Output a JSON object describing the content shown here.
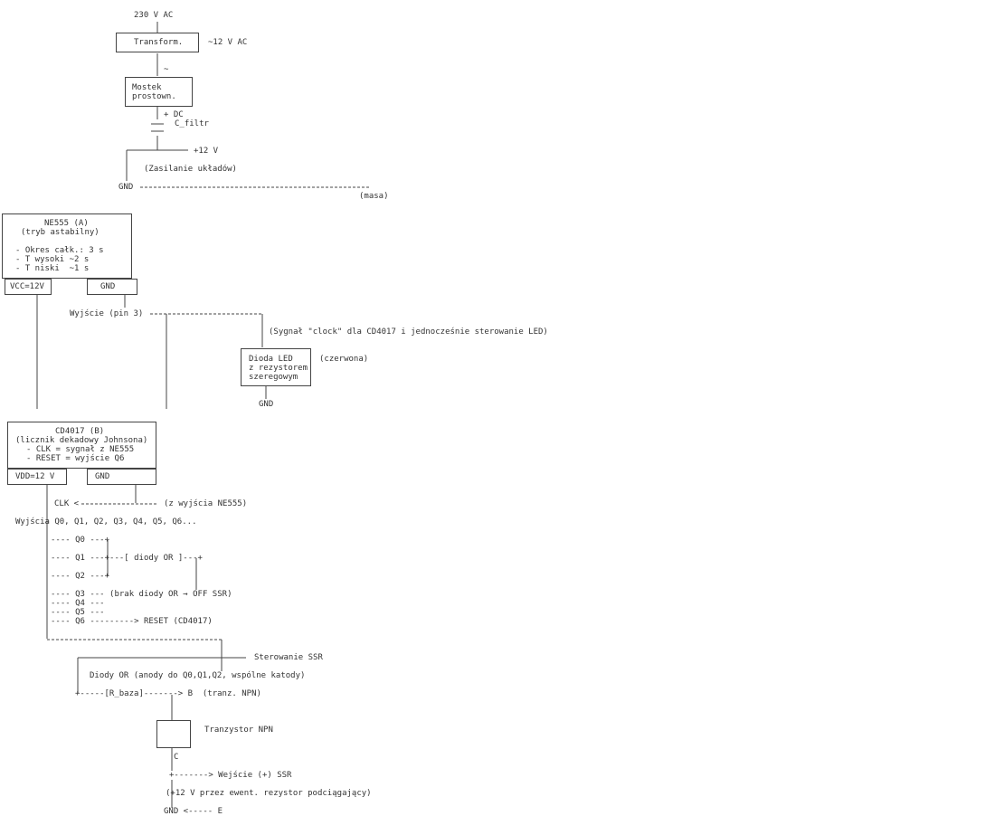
{
  "power": {
    "ac_in": "230 V AC",
    "transformer": "Transform.",
    "ac_out": "~12 V AC",
    "tilde": "~",
    "bridge_line1": "Mostek",
    "bridge_line2": "prostown.",
    "dc_plus": "+ DC",
    "cap": "C_filtr",
    "v12": "+12 V",
    "supply_note": "(Zasilanie układów)",
    "gnd": "GND",
    "masa": "(masa)"
  },
  "ne555": {
    "title": "NE555 (A)",
    "mode": "(tryb astabilny)",
    "period": "- Okres całk.: 3 s",
    "t_high": "- T wysoki ~2 s",
    "t_low": "- T niski  ~1 s",
    "vcc": "VCC=12V",
    "gnd": "GND",
    "output": "Wyjście (pin 3)",
    "clock_note": "(Sygnał \"clock\" dla CD4017 i jednocześnie sterowanie LED)"
  },
  "led": {
    "line1": "Dioda LED",
    "line2": "z rezystorem",
    "line3": "szeregowym",
    "color": "(czerwona)",
    "gnd": "GND"
  },
  "cd4017": {
    "title": "CD4017 (B)",
    "subtitle": "(licznik dekadowy Johnsona)",
    "clk_note": "- CLK = sygnał z NE555",
    "reset_note": "- RESET = wyjście Q6",
    "vdd": "VDD=12 V",
    "gnd": "GND",
    "clk_line": "CLK <",
    "clk_source": "(z wyjścia NE555)",
    "outputs_label": "Wyjścia Q0, Q1, Q2, Q3, Q4, Q5, Q6...",
    "q0": "---- Q0 ---+",
    "q1": "---- Q1 ---+---[ diody OR ]---+",
    "q2": "---- Q2 ---+",
    "q3": "---- Q3 --- (brak diody OR → OFF SSR)",
    "q4": "---- Q4 ---",
    "q5": "---- Q5 ---",
    "q6": "---- Q6 ---------> RESET (CD4017)"
  },
  "ssr": {
    "control": "Sterowanie SSR",
    "diodes_or": "Diody OR (anody do Q0,Q1,Q2, wspólne katody)",
    "base_line": "+-----[R_baza]-------> B  (tranz. NPN)",
    "transistor": "Tranzystor NPN",
    "collector": "C",
    "input_line": "+-------> Wejście (+) SSR",
    "pullup": "(+12 V przez ewent. rezystor podciągający)",
    "emitter_line": "GND <----- E"
  },
  "colors": {
    "line": "#444444",
    "text": "#333333",
    "background": "#ffffff"
  }
}
